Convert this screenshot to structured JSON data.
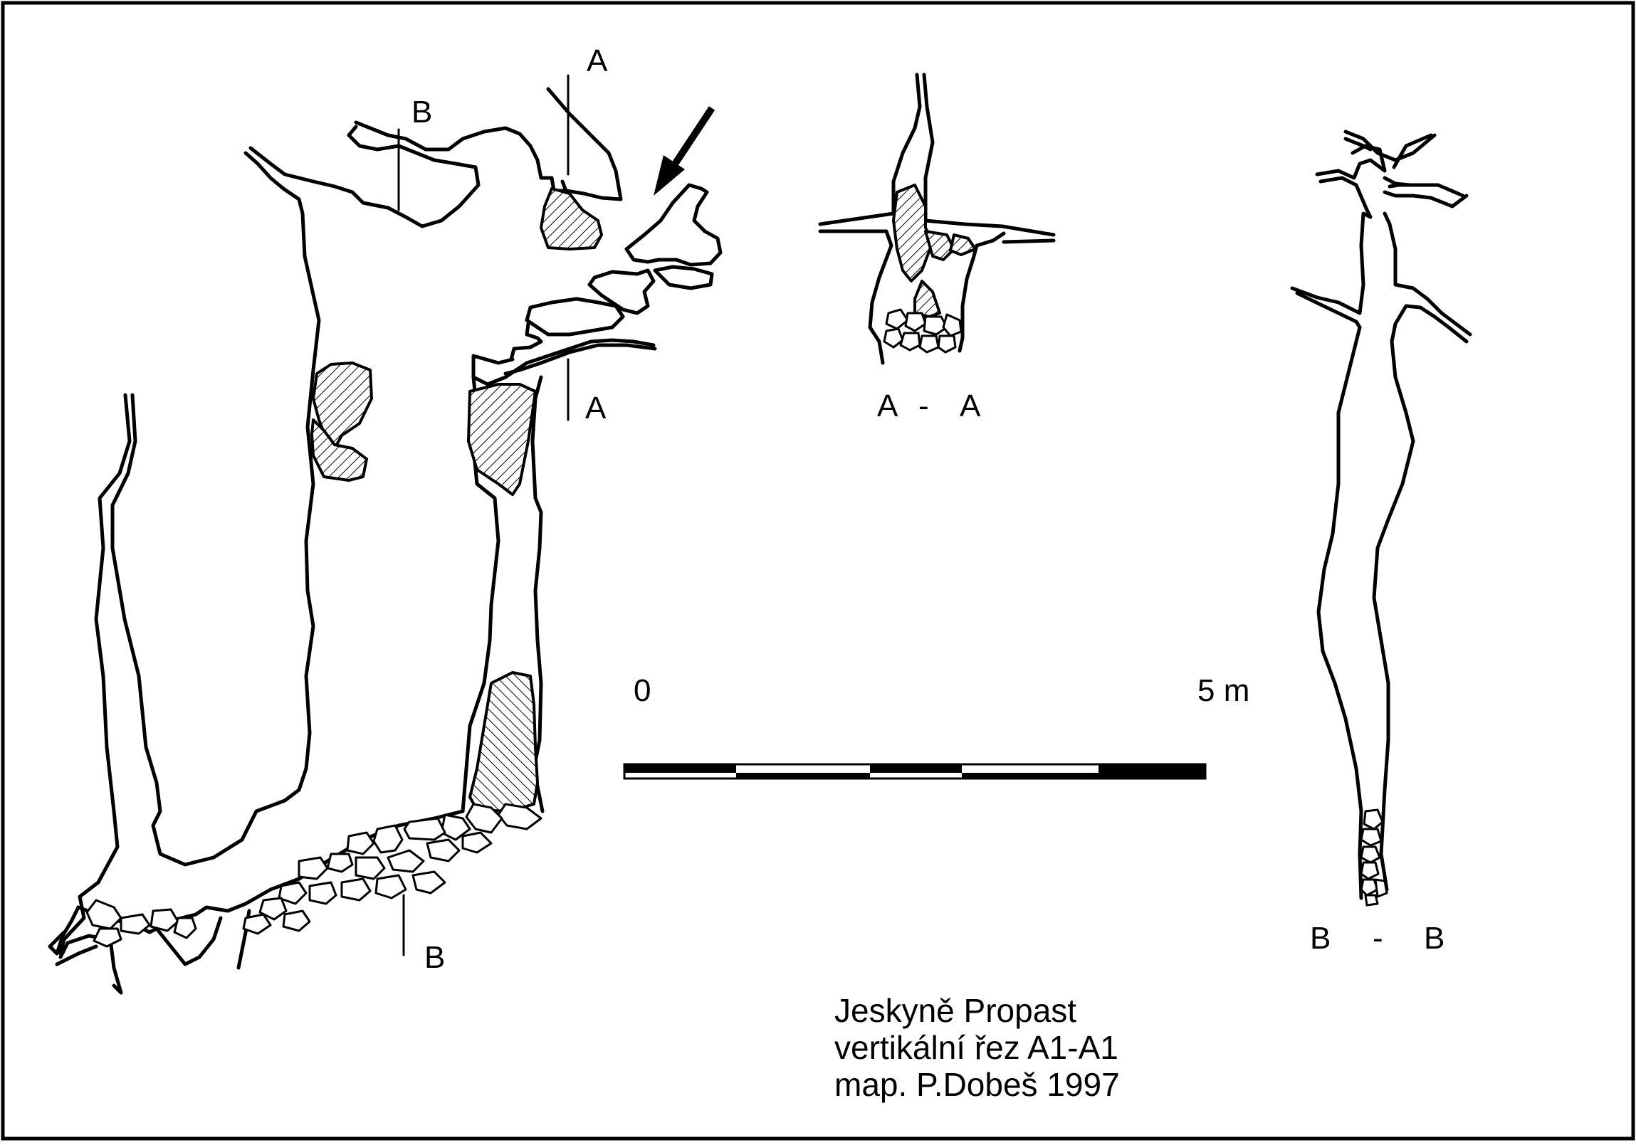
{
  "map": {
    "section_labels": {
      "a_top": "A",
      "a_bottom": "A",
      "b_top": "B",
      "b_bottom": "B"
    },
    "cross_section_titles": {
      "aa": [
        "A",
        "-",
        "A"
      ],
      "bb": [
        "B",
        "-",
        "B"
      ]
    },
    "scale_bar": {
      "start_label": "0",
      "end_label": "5 m",
      "length_m": 5
    },
    "legend": {
      "line1": "Jeskyně Propast",
      "line2": "vertikální řez A1-A1",
      "line3": "map. P.Dobeš 1997"
    },
    "entrance_arrow_icon": "arrow-down-left-icon",
    "colors": {
      "ink": "#000000",
      "paper": "#ffffff"
    }
  }
}
